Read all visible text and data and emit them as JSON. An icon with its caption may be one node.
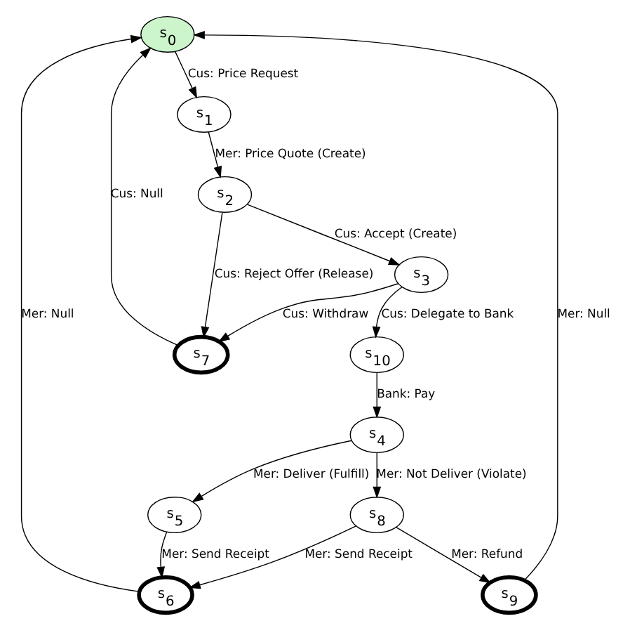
{
  "diagram": {
    "nodes": [
      {
        "text": [
          "s$_{0}$"
        ]
      },
      {
        "text": [
          "s$_{1}$"
        ]
      },
      {
        "text": [
          "s$_{2}$"
        ]
      },
      {
        "text": [
          "s$_{3}$"
        ]
      },
      {
        "text": [
          "s$_{4}$"
        ]
      },
      {
        "text": [
          "s$_{5}$"
        ]
      },
      {
        "text": [
          "s$_{6}$"
        ]
      },
      {
        "text": [
          "s$_{7}$"
        ]
      },
      {
        "text": [
          "s$_{8}$"
        ]
      },
      {
        "text": [
          "s$_{9}$"
        ]
      },
      {
        "text": [
          "s$_{10}$"
        ]
      }
    ],
    "edges": [
      {
        "from": 0,
        "to": 1,
        "arrow": "to",
        "label": "Cus: Price Request"
      },
      {
        "from": 1,
        "to": 2,
        "arrow": "to",
        "label": "Mer: Price Quote (Create)"
      },
      {
        "from": 2,
        "to": 7,
        "arrow": "to",
        "label": "Cus: Reject Offer (Release)"
      },
      {
        "from": 2,
        "to": 3,
        "arrow": "to",
        "label": "Cus: Accept (Create)"
      },
      {
        "from": 3,
        "to": 7,
        "arrow": "to",
        "label": "Cus: Withdraw"
      },
      {
        "from": 3,
        "to": 10,
        "arrow": "to",
        "label": "Cus: Delegate to Bank"
      },
      {
        "from": 10,
        "to": 4,
        "arrow": "to",
        "label": "Bank: Pay"
      },
      {
        "from": 4,
        "to": 8,
        "arrow": "to",
        "label": "Mer: Not Deliver (Violate)"
      },
      {
        "from": 4,
        "to": 5,
        "arrow": "to",
        "label": "Mer: Deliver (Fulfill)"
      },
      {
        "from": 5,
        "to": 6,
        "arrow": "to",
        "label": "Mer: Send Receipt"
      },
      {
        "from": 8,
        "to": 6,
        "arrow": "to",
        "label": "Mer: Send Receipt"
      },
      {
        "from": 9,
        "to": 0,
        "arrow": "to",
        "label": "Mer: Null"
      },
      {
        "from": 7,
        "to": 0,
        "arrow": "to",
        "label": "Cus: Null"
      },
      {
        "from": 6,
        "to": 0,
        "arrow": "to",
        "label": "Mer: Null"
      },
      {
        "from": 8,
        "to": 9,
        "arrow": "to",
        "label": "Mer: Refund"
      }
    ]
  }
}
